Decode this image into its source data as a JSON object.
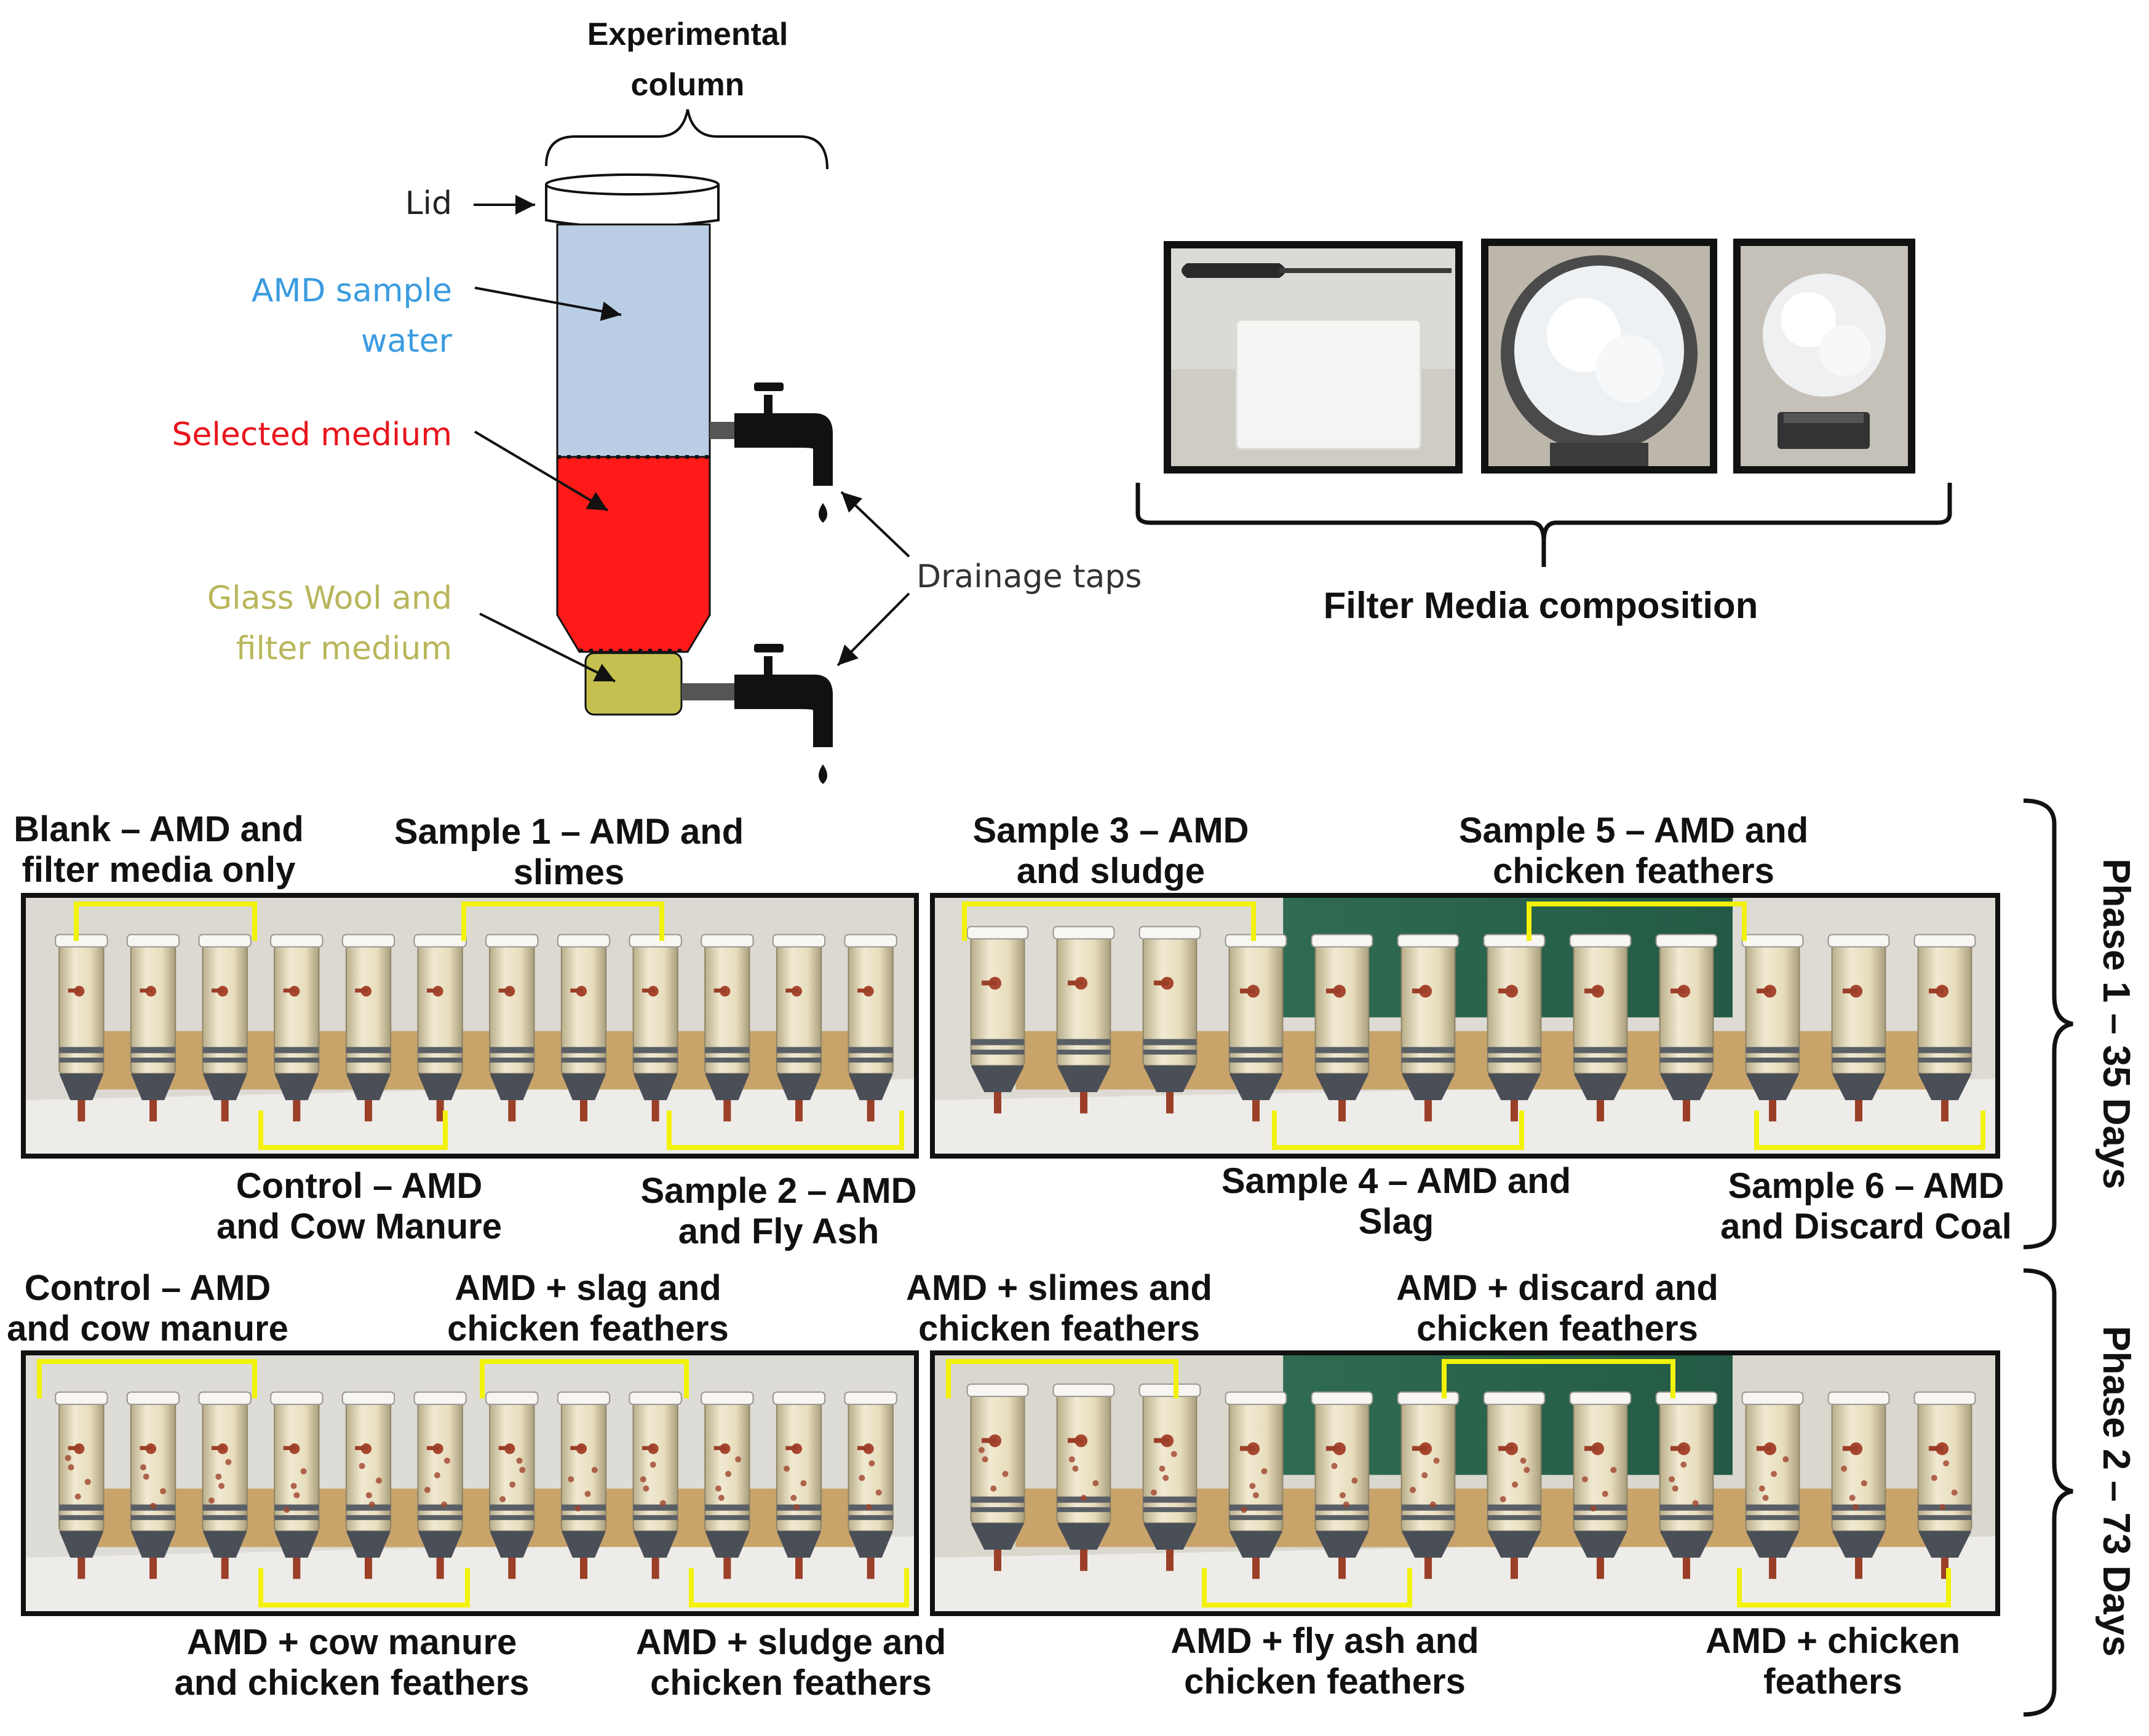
{
  "column_diagram": {
    "header": [
      "Experimental",
      "column"
    ],
    "lid_label": "Lid",
    "amd_label": [
      "AMD sample",
      "water"
    ],
    "medium_label": "Selected medium",
    "glasswool_label": [
      "Glass Wool and",
      "filter medium"
    ],
    "taps_label": "Drainage taps",
    "colors": {
      "water": "#b9cde4",
      "medium": "#ff1a1a",
      "glasswool": "#c5c050",
      "amd_text": "#3a9be0",
      "medium_text": "#e8141c",
      "glasswool_text": "#b8b65a",
      "tap": "#111111"
    }
  },
  "filter_media": {
    "caption": "Filter Media composition",
    "photos": [
      "filter-sponge-and-knife-photo",
      "glass-wool-in-column-photo",
      "glass-wool-on-cap-photo"
    ]
  },
  "phase1": {
    "label": "Phase 1 – 35 Days",
    "panel_left": {
      "top_labels": [
        [
          "Blank – AMD and",
          "filter media only"
        ],
        [
          "Sample 1 – AMD and",
          "slimes"
        ]
      ],
      "bottom_labels": [
        [
          "Control – AMD",
          "and Cow Manure"
        ],
        [
          "Sample 2 – AMD",
          "and Fly Ash"
        ]
      ]
    },
    "panel_right": {
      "top_labels": [
        [
          "Sample 3 – AMD",
          "and sludge"
        ],
        [
          "Sample 5 – AMD and",
          "chicken feathers"
        ]
      ],
      "bottom_labels": [
        [
          "Sample 4 – AMD and",
          "Slag"
        ],
        [
          "Sample 6 – AMD",
          "and Discard Coal"
        ]
      ]
    }
  },
  "phase2": {
    "label": "Phase 2 – 73 Days",
    "panel_left": {
      "top_labels": [
        [
          "Control – AMD",
          "and cow manure"
        ],
        [
          "AMD + slag and",
          "chicken feathers"
        ]
      ],
      "bottom_labels": [
        [
          "AMD + cow manure",
          "and chicken feathers"
        ],
        [
          "AMD + sludge and",
          "chicken feathers"
        ]
      ]
    },
    "panel_right": {
      "top_labels": [
        [
          "AMD + slimes and",
          "chicken feathers"
        ],
        [
          "AMD + discard and",
          "chicken feathers"
        ]
      ],
      "bottom_labels": [
        [
          "AMD + fly ash and",
          "chicken feathers"
        ],
        [
          "AMD + chicken",
          "feathers"
        ]
      ]
    }
  },
  "highlight_color": "#f2f20a"
}
